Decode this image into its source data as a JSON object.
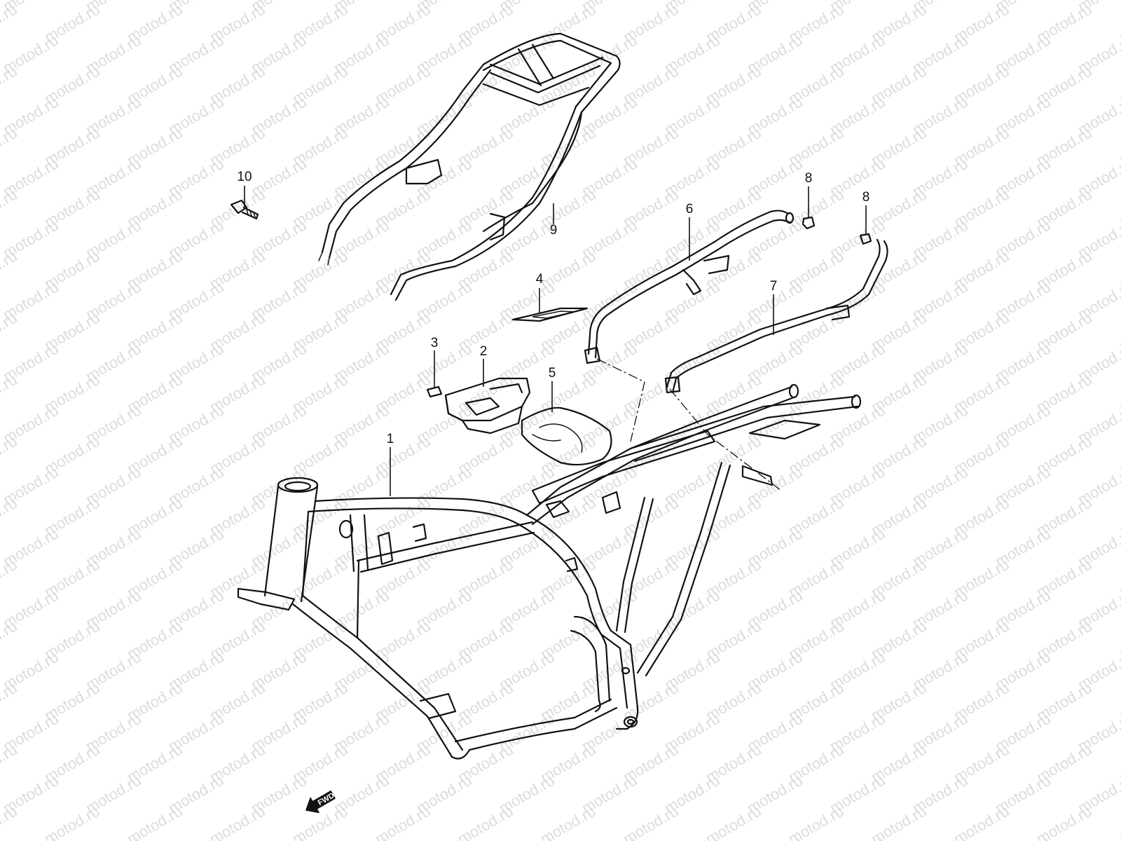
{
  "diagram": {
    "watermark_text": "motod.ru",
    "direction_marker": {
      "label": "FWD",
      "icon": "forward-arrow-icon"
    },
    "callouts": [
      {
        "id": "callout-1",
        "label": "1"
      },
      {
        "id": "callout-2",
        "label": "2"
      },
      {
        "id": "callout-3",
        "label": "3"
      },
      {
        "id": "callout-4",
        "label": "4"
      },
      {
        "id": "callout-5",
        "label": "5"
      },
      {
        "id": "callout-6",
        "label": "6"
      },
      {
        "id": "callout-7",
        "label": "7"
      },
      {
        "id": "callout-8a",
        "label": "8"
      },
      {
        "id": "callout-8b",
        "label": "8"
      },
      {
        "id": "callout-9",
        "label": "9"
      },
      {
        "id": "callout-10",
        "label": "10"
      }
    ]
  }
}
